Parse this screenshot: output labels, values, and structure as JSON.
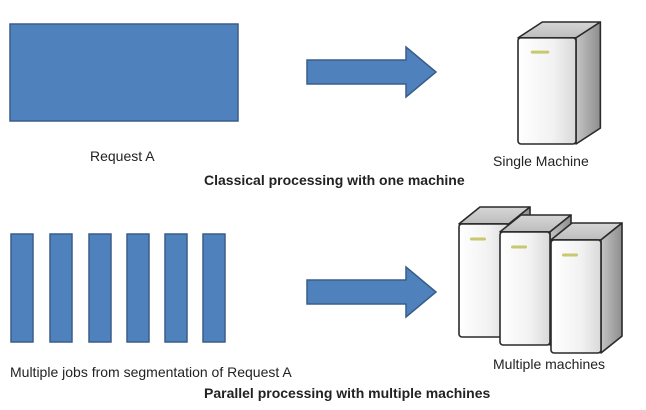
{
  "classical": {
    "request_label": "Request A",
    "machine_label": "Single Machine",
    "caption": "Classical processing with one machine",
    "block_icon": "request-block",
    "arrow_icon": "right-arrow-icon",
    "machine_icon": "server-tower-icon"
  },
  "parallel": {
    "jobs_label": "Multiple jobs from segmentation of Request A",
    "machine_label": "Multiple machines",
    "caption": "Parallel processing with multiple machines",
    "job_count": 6,
    "server_count": 3,
    "block_icon": "job-block",
    "arrow_icon": "right-arrow-icon",
    "machine_icon": "server-tower-icon"
  },
  "colors": {
    "block_fill": "#4f81bd",
    "block_stroke": "#385d8a",
    "arrow_fill": "#4f81bd",
    "server_body": "#e6e6e6",
    "server_front": "#f4f4f4",
    "server_edge": "#2a2a2a",
    "server_led": "#c8c870",
    "text": "#222222"
  }
}
